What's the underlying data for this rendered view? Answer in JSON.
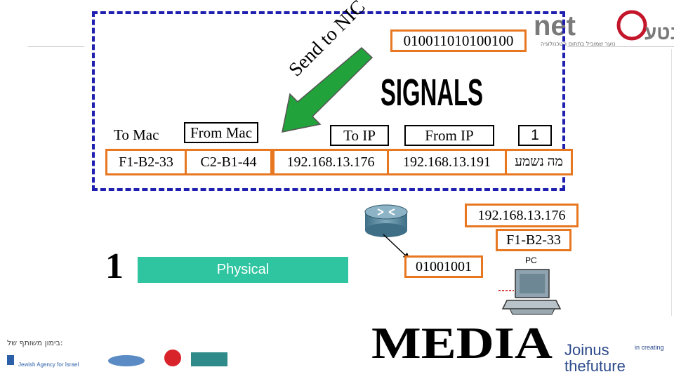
{
  "slide": {
    "bits_top": "010011010100100",
    "send_label": "Send to NIC",
    "signals_label": "SIGNALS",
    "headers": {
      "to_mac": "To Mac",
      "from_mac": "From Mac",
      "to_ip": "To IP",
      "from_ip": "From IP",
      "seq": "1"
    },
    "values": {
      "to_mac": "F1-B2-33",
      "from_mac": "C2-B1-44",
      "to_ip": "192.168.13.176",
      "from_ip": "192.168.13.191",
      "message": "מה נשמע"
    },
    "dest_ip": "192.168.13.176",
    "dest_mac": "F1-B2-33",
    "layer_number": "1",
    "layer_name": "Physical",
    "bits_bottom": "01001001",
    "pc_label": "PC",
    "media_label": "MEDIA"
  },
  "branding": {
    "logo_text": "neta",
    "logo_hebrew": "נטע",
    "tagline": "נוער שמוביל בתחום הטכנולוגיה",
    "sponsor_text": "בימון משותף של:",
    "sponsor_1": "Jewish Agency for Israel",
    "join_line1": "Joinus",
    "join_small": "in creating",
    "join_line2": "thefuture"
  },
  "colors": {
    "frame": "#1f1fb0",
    "box_border": "#e87722",
    "physical_bg": "#2ec5a0",
    "arrow": "#22a23a"
  }
}
